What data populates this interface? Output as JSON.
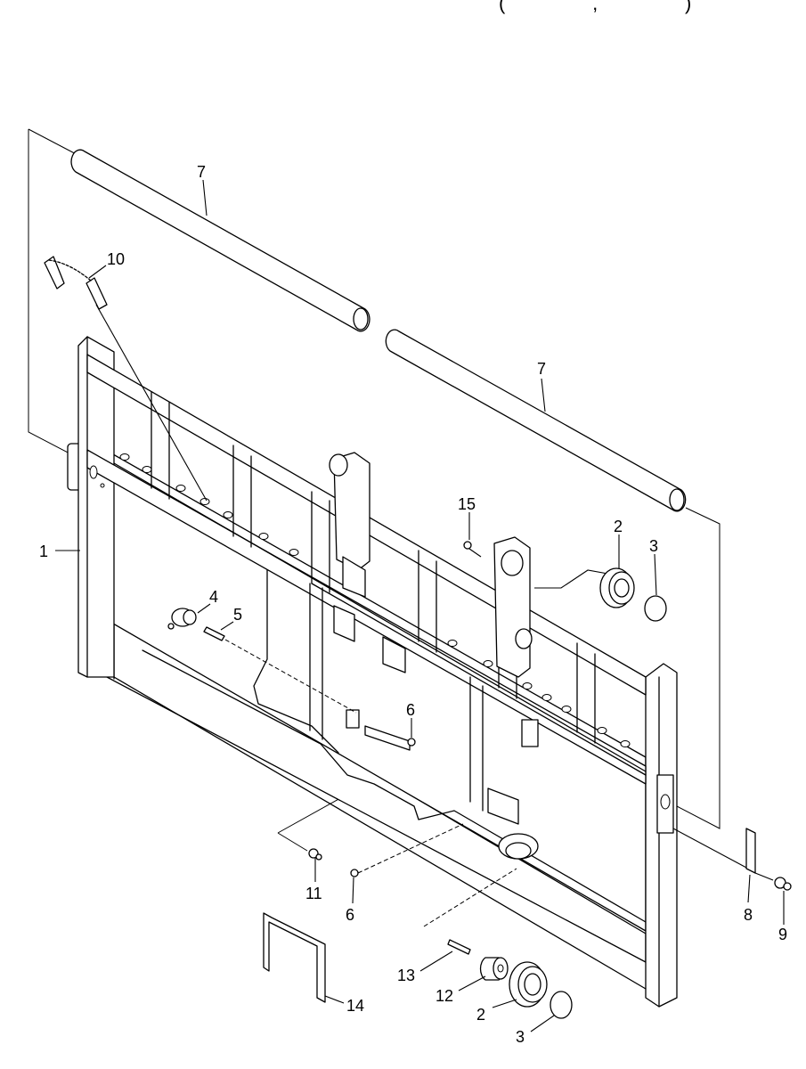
{
  "header_fragment": "(                ,                )",
  "callouts": [
    {
      "id": "part-1",
      "label": "1"
    },
    {
      "id": "part-2-top",
      "label": "2"
    },
    {
      "id": "part-2-bottom",
      "label": "2"
    },
    {
      "id": "part-3-top",
      "label": "3"
    },
    {
      "id": "part-3-bottom",
      "label": "3"
    },
    {
      "id": "part-4",
      "label": "4"
    },
    {
      "id": "part-5",
      "label": "5"
    },
    {
      "id": "part-6-upper",
      "label": "6"
    },
    {
      "id": "part-6-lower",
      "label": "6"
    },
    {
      "id": "part-7-left",
      "label": "7"
    },
    {
      "id": "part-7-right",
      "label": "7"
    },
    {
      "id": "part-8",
      "label": "8"
    },
    {
      "id": "part-9",
      "label": "9"
    },
    {
      "id": "part-10",
      "label": "10"
    },
    {
      "id": "part-11",
      "label": "11"
    },
    {
      "id": "part-12",
      "label": "12"
    },
    {
      "id": "part-13",
      "label": "13"
    },
    {
      "id": "part-14",
      "label": "14"
    },
    {
      "id": "part-15",
      "label": "15"
    }
  ]
}
